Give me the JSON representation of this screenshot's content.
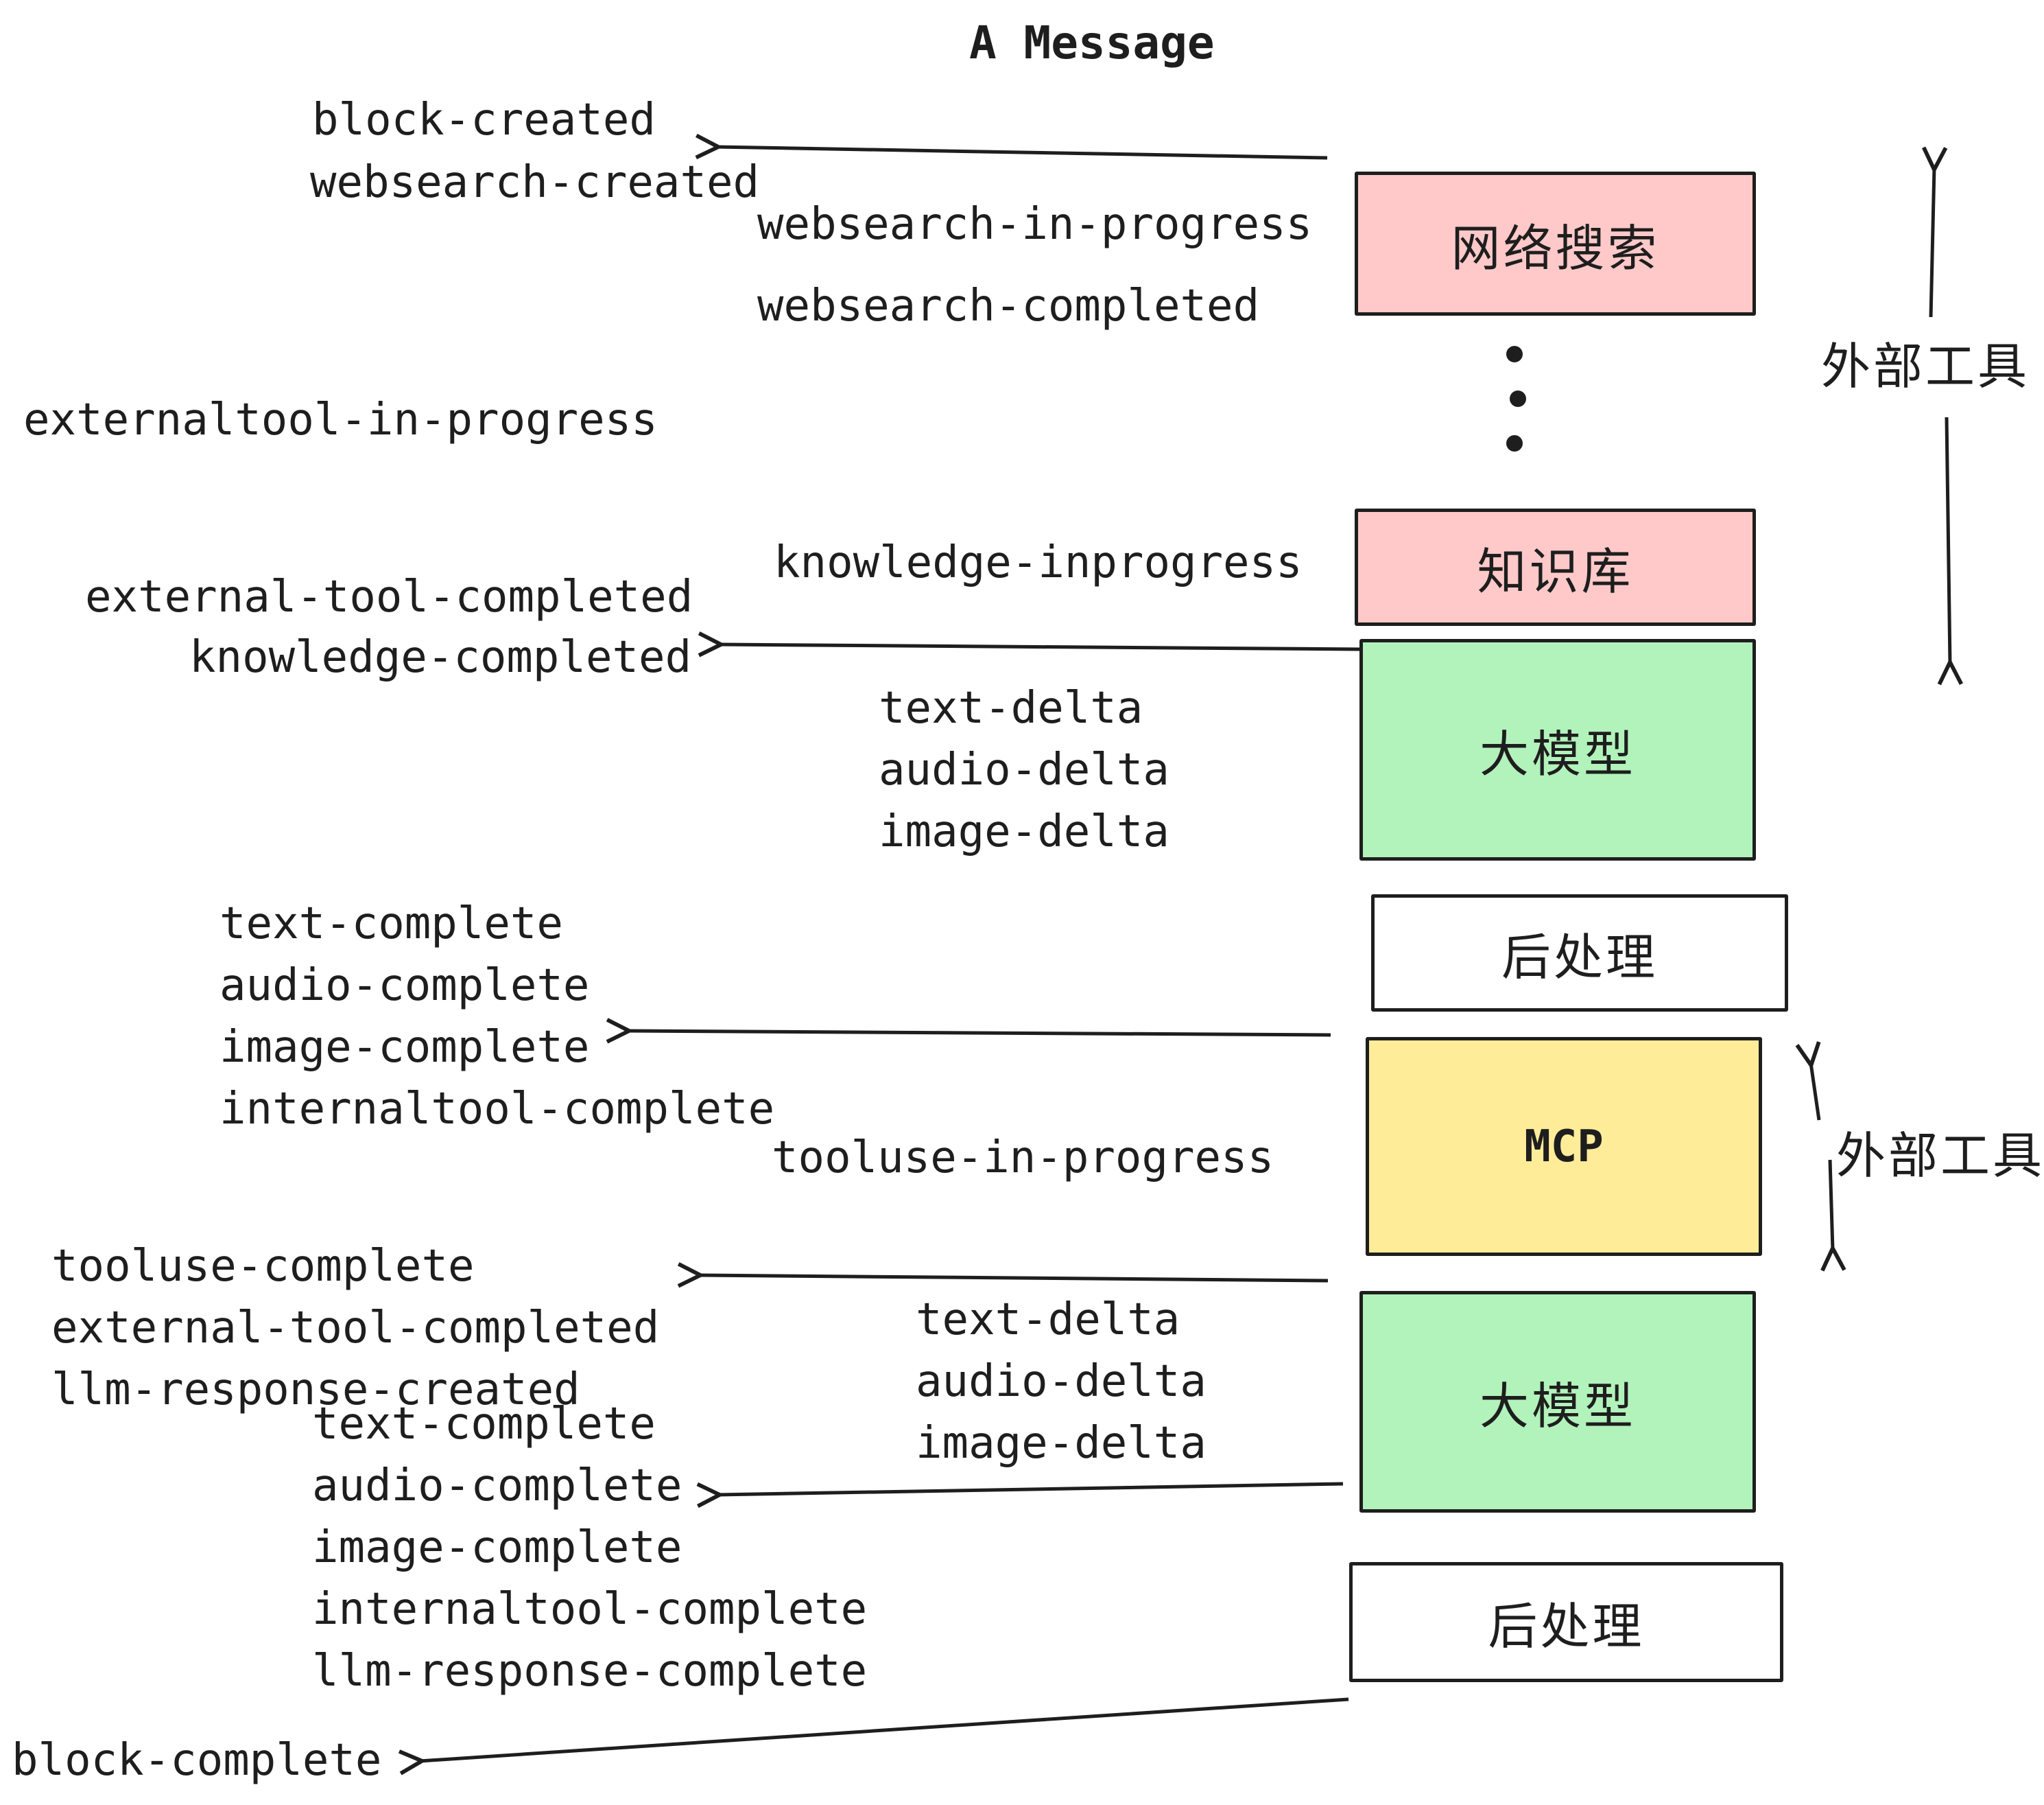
{
  "title": "A Message",
  "colors": {
    "stroke": "#1e1e1e",
    "pink": "#ffc9c9",
    "green": "#b2f2bb",
    "yellow": "#ffec99",
    "white": "#ffffff"
  },
  "boxes": {
    "websearch": "网络搜索",
    "knowledge": "知识库",
    "llm1": "大模型",
    "post1": "后处理",
    "mcp": "MCP",
    "llm2": "大模型",
    "post2": "后处理"
  },
  "annotations": {
    "external_tools_top": "外部工具",
    "external_tools_mid": "外部工具"
  },
  "events": {
    "block_created": "block-created",
    "websearch_created": "websearch-created",
    "websearch_in_progress": "websearch-in-progress",
    "websearch_completed": "websearch-completed",
    "externaltool_in_progress": "externaltool-in-progress",
    "knowledge_inprogress": "knowledge-inprogress",
    "external_tool_completed_1": "external-tool-completed",
    "knowledge_completed": "knowledge-completed",
    "deltas_1": [
      "text-delta",
      "audio-delta",
      "image-delta"
    ],
    "complete_list_1": [
      "text-complete",
      "audio-complete",
      "image-complete",
      "internaltool-complete"
    ],
    "tooluse_in_progress": "tooluse-in-progress",
    "response_list": [
      "tooluse-complete",
      "external-tool-completed",
      "llm-response-created"
    ],
    "deltas_2": [
      "text-delta",
      "audio-delta",
      "image-delta"
    ],
    "complete_list_2": [
      "text-complete",
      "audio-complete",
      "image-complete",
      "internaltool-complete",
      "llm-response-complete"
    ],
    "block_complete": "block-complete"
  }
}
